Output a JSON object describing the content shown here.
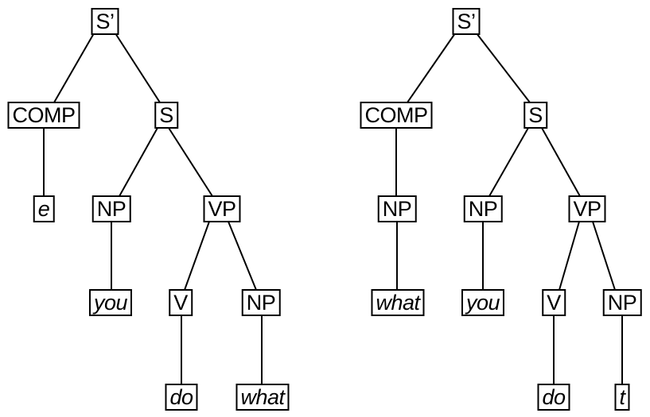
{
  "figure": {
    "background_color": "#ffffff",
    "line_color": "#000000",
    "text_color": "#000000",
    "diagram_type": "syntax-tree-pair"
  },
  "trees": [
    {
      "id": "left",
      "nodes": {
        "sbar": "S’",
        "comp": "COMP",
        "s": "S",
        "e": "e",
        "np_subject": "NP",
        "vp": "VP",
        "you": "you",
        "v": "V",
        "np_object": "NP",
        "do": "do",
        "what": "what"
      },
      "edges": [
        [
          "S’",
          "COMP"
        ],
        [
          "S’",
          "S"
        ],
        [
          "COMP",
          "e"
        ],
        [
          "S",
          "NP-subject"
        ],
        [
          "S",
          "VP"
        ],
        [
          "NP-subject",
          "you"
        ],
        [
          "VP",
          "V"
        ],
        [
          "VP",
          "NP-object"
        ],
        [
          "V",
          "do"
        ],
        [
          "NP-object",
          "what"
        ]
      ]
    },
    {
      "id": "right",
      "nodes": {
        "sbar": "S’",
        "comp": "COMP",
        "s": "S",
        "np_comp": "NP",
        "what": "what",
        "np_subject": "NP",
        "you": "you",
        "vp": "VP",
        "v": "V",
        "np_object": "NP",
        "do": "do",
        "t": "t"
      },
      "edges": [
        [
          "S’",
          "COMP"
        ],
        [
          "S’",
          "S"
        ],
        [
          "COMP",
          "NP-comp"
        ],
        [
          "NP-comp",
          "what"
        ],
        [
          "S",
          "NP-subject"
        ],
        [
          "S",
          "VP"
        ],
        [
          "NP-subject",
          "you"
        ],
        [
          "VP",
          "V"
        ],
        [
          "VP",
          "NP-object"
        ],
        [
          "V",
          "do"
        ],
        [
          "NP-object",
          "t"
        ]
      ]
    }
  ]
}
